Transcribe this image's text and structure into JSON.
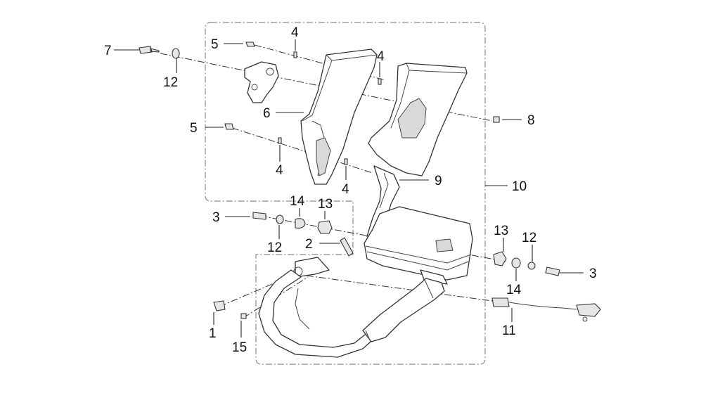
{
  "diagram": {
    "callouts": {
      "c1": "1",
      "c2": "2",
      "c3a": "3",
      "c3b": "3",
      "c4a": "4",
      "c4b": "4",
      "c4c": "4",
      "c4d": "4",
      "c5a": "5",
      "c5b": "5",
      "c6": "6",
      "c7": "7",
      "c8": "8",
      "c9": "9",
      "c10": "10",
      "c11": "11",
      "c12a": "12",
      "c12b": "12",
      "c12c": "12",
      "c13a": "13",
      "c13b": "13",
      "c14a": "14",
      "c14b": "14",
      "c15": "15"
    }
  }
}
